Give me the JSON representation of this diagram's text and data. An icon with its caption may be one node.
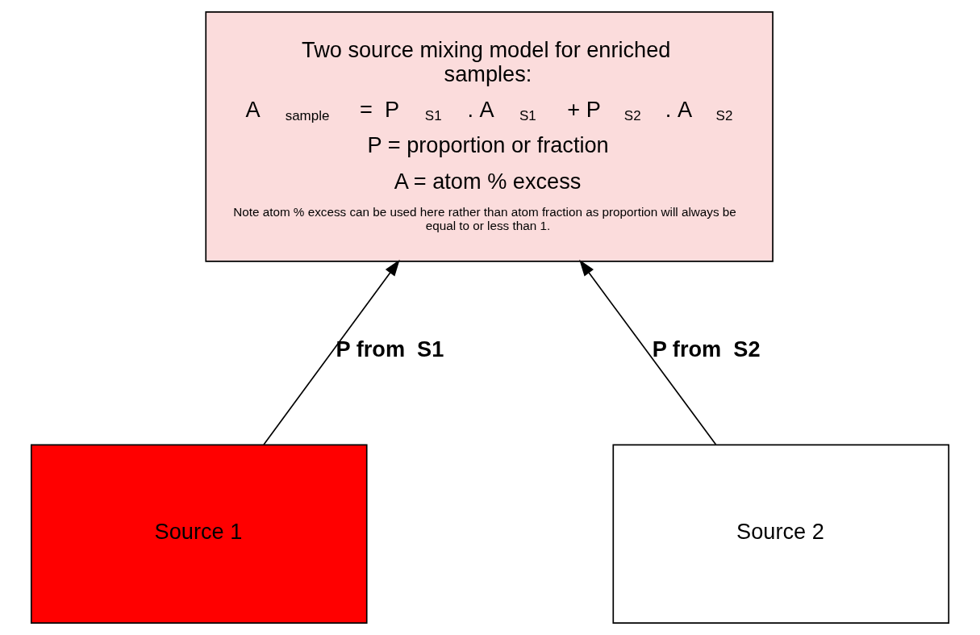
{
  "diagram": {
    "nodes": [
      {
        "text": [
          "Two source mixing model for enriched samples:",
          "A$_{sample}$ =  P$_{S1}$. A$_{S1}$ + P$_{S2}$. A$_{S2}$",
          "P = proportion or fraction",
          "A = atom % excess",
          "Note atom % excess can be used here rather than atom fraction as proportion will always be equal to or less than 1."
        ]
      },
      {
        "text": [
          "Source 1"
        ]
      },
      {
        "text": [
          "Source 2"
        ]
      }
    ],
    "edges": [
      {
        "from": 1,
        "to": 0,
        "arrow": "to",
        "label": "P from  S1"
      },
      {
        "from": 2,
        "to": 0,
        "arrow": "to",
        "label": "P from  S2"
      }
    ]
  }
}
